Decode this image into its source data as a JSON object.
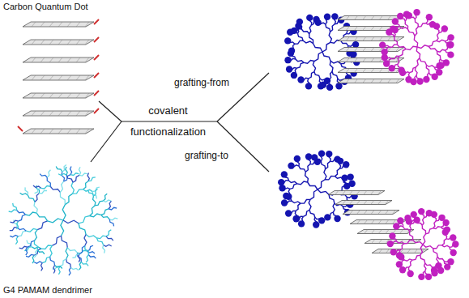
{
  "diagram": {
    "nodes": [
      {
        "text": [
          "Carbon Quantum Dot"
        ]
      },
      {
        "text": [
          "G4 PAMAM dendrimer"
        ]
      }
    ],
    "labels": [
      "covalent functionalization",
      "grafting-from",
      "grafting-to"
    ]
  }
}
